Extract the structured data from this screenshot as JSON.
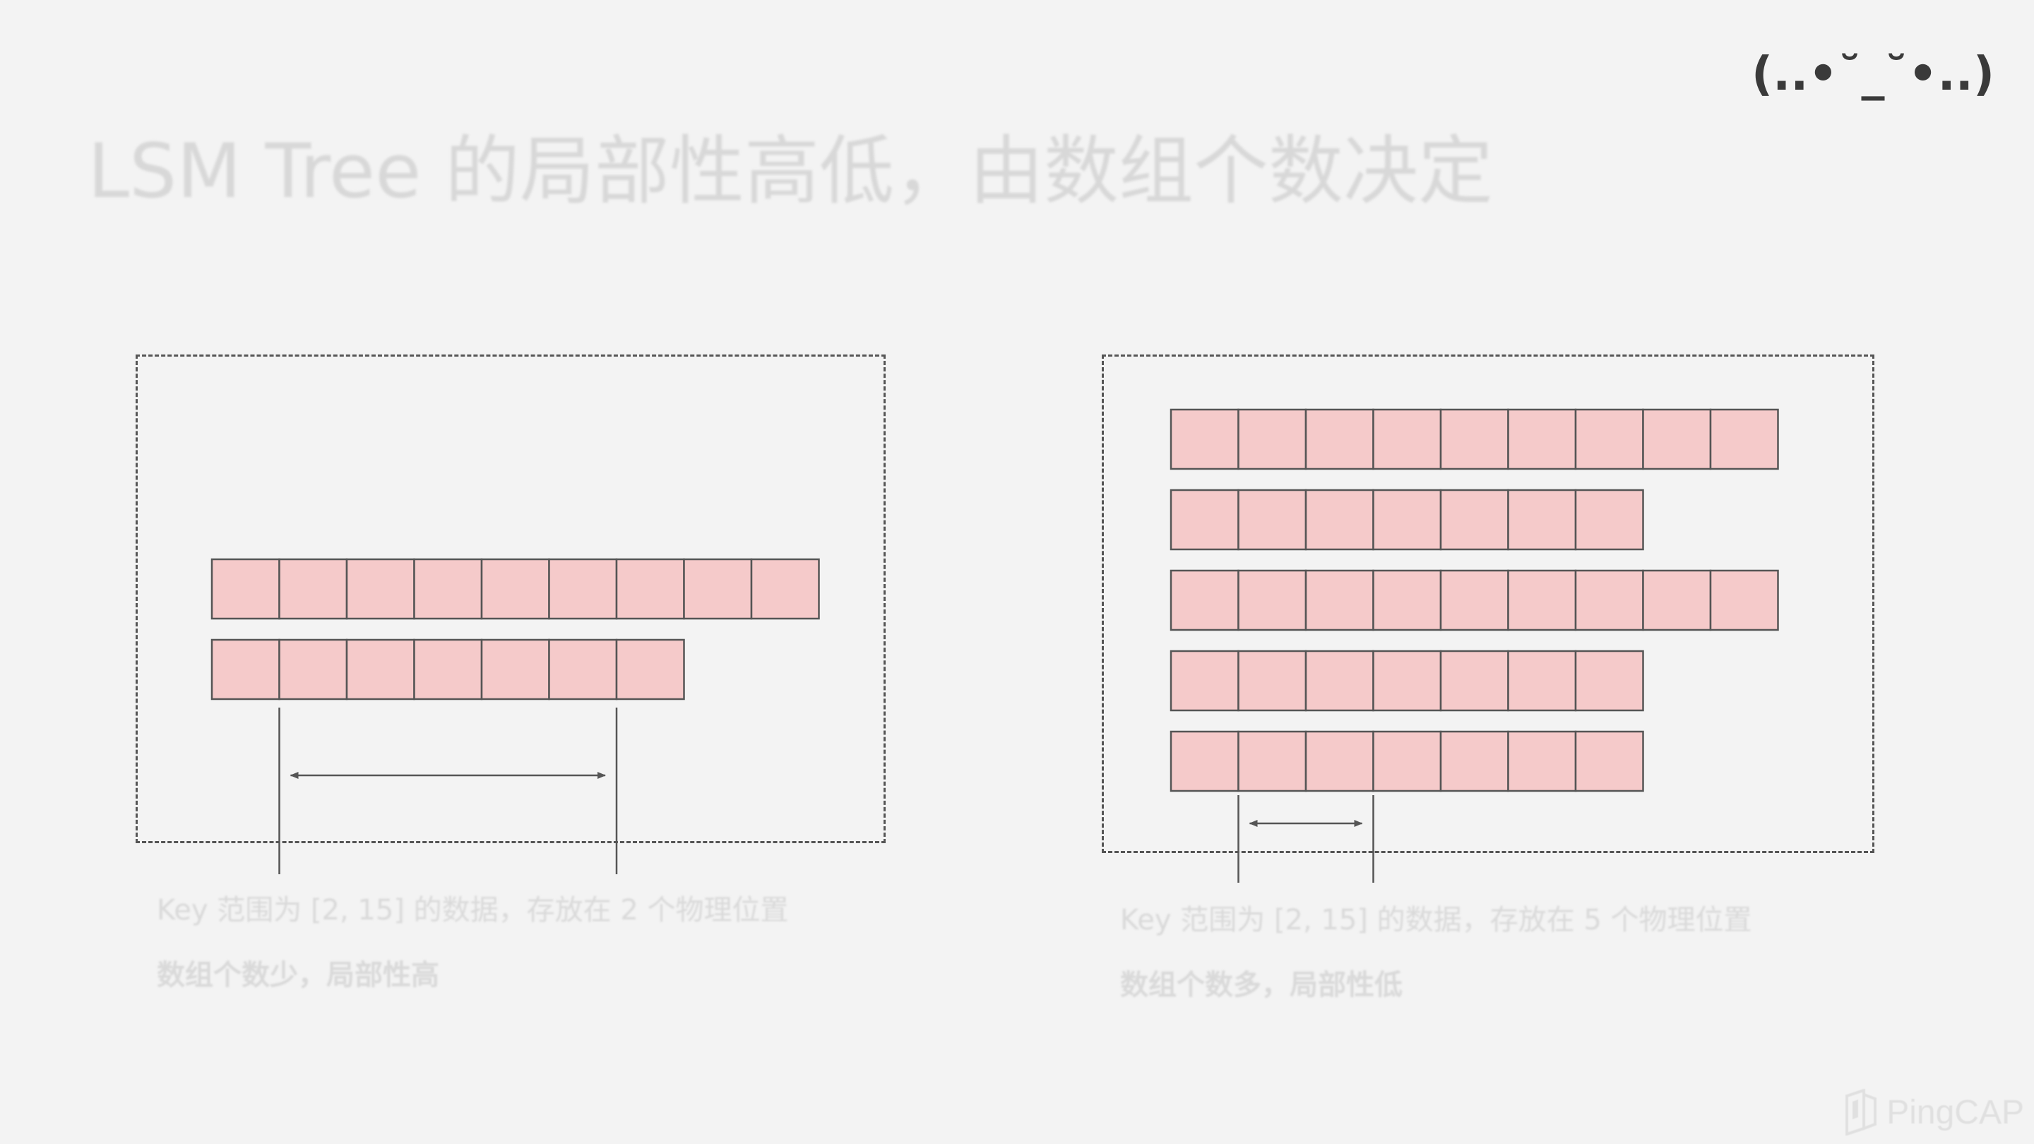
{
  "slide": {
    "title": "LSM Tree 的局部性高低，由数组个数决定",
    "emoticon": "(..•˘_˘•..)"
  },
  "left_panel": {
    "row_cell_counts": [
      9,
      7
    ],
    "marker_span_cells": [
      1,
      6
    ],
    "caption": "Key 范围为 [2, 15] 的数据，存放在 2 个物理位置",
    "conclusion": "数组个数少，局部性高"
  },
  "right_panel": {
    "row_cell_counts": [
      9,
      7,
      9,
      7,
      7
    ],
    "marker_span_cells": [
      1,
      3
    ],
    "caption": "Key 范围为 [2, 15] 的数据，存放在 5 个物理位置",
    "conclusion": "数组个数多，局部性低"
  },
  "colors": {
    "cell_fill": "#f5caca",
    "stroke": "#555555",
    "background": "#f3f3f3"
  },
  "brand": {
    "name": "PingCAP",
    "logo_icon": "pingcap-logo-icon"
  }
}
